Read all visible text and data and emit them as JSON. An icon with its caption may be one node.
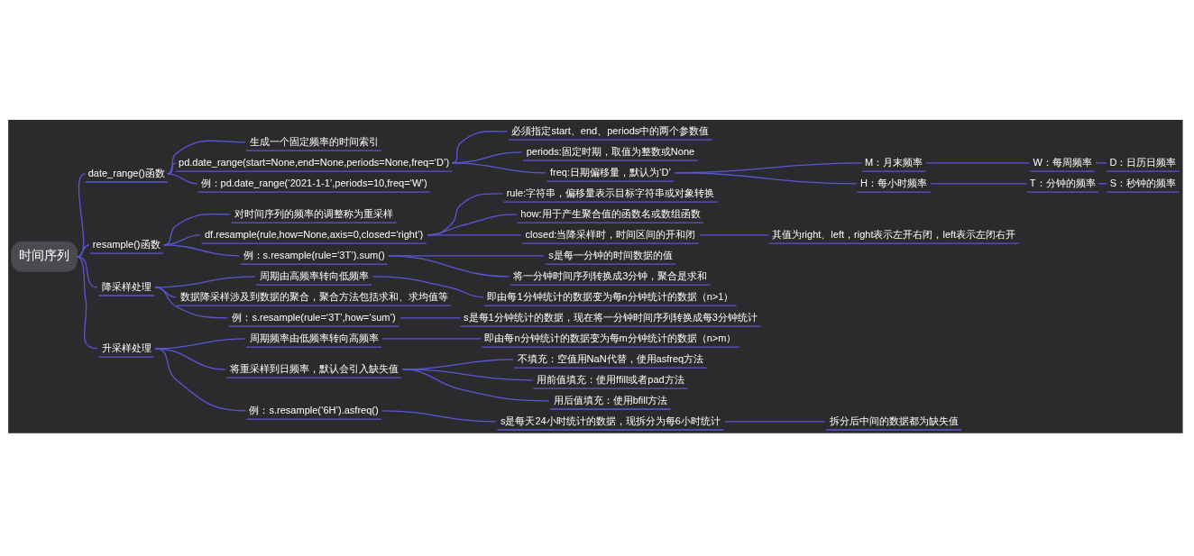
{
  "diagram": {
    "nodes": [
      {
        "text": [
          "时间序列"
        ]
      },
      {
        "text": [
          "date_range()函数"
        ]
      },
      {
        "text": [
          "生成一个固定频率的时间索引"
        ]
      },
      {
        "text": [
          "pd.date_range(start=None,end=None,periods=None,freq=‘D’)"
        ]
      },
      {
        "text": [
          "必须指定start、end、periods中的两个参数值"
        ]
      },
      {
        "text": [
          "periods:固定时期，取值为整数或None"
        ]
      },
      {
        "text": [
          "freq:日期偏移量，默认为‘D’"
        ]
      },
      {
        "text": [
          "M：月末频率"
        ]
      },
      {
        "text": [
          "W：每周频率"
        ]
      },
      {
        "text": [
          "D：日历日频率"
        ]
      },
      {
        "text": [
          "H：每小时频率"
        ]
      },
      {
        "text": [
          "T：分钟的频率"
        ]
      },
      {
        "text": [
          "S：秒钟的频率"
        ]
      },
      {
        "text": [
          "例：pd.date_range(‘2021-1-1’,periods=10,freq=‘W’)"
        ]
      },
      {
        "text": [
          "resample()函数"
        ]
      },
      {
        "text": [
          "对时间序列的频率的调整称为重采样"
        ]
      },
      {
        "text": [
          "df.resample(rule,how=None,axis=0,closed=‘right’)"
        ]
      },
      {
        "text": [
          "rule:字符串，偏移量表示目标字符串或对象转换"
        ]
      },
      {
        "text": [
          "how:用于产生聚合值的函数名或数组函数"
        ]
      },
      {
        "text": [
          "closed:当降采样时，时间区间的开和闭"
        ]
      },
      {
        "text": [
          "其值为right、left，right表示左开右闭，left表示左闭右开"
        ]
      },
      {
        "text": [
          "例：s.resample(rule=‘3T’).sum()"
        ]
      },
      {
        "text": [
          "s是每一分钟的时间数据的值"
        ]
      },
      {
        "text": [
          "将一分钟时间序列转换成3分钟，聚合是求和"
        ]
      },
      {
        "text": [
          "降采样处理"
        ]
      },
      {
        "text": [
          "周期由高频率转向低频率"
        ]
      },
      {
        "text": [
          "即由每1分钟统计的数据变为每n分钟统计的数据（n>1）"
        ]
      },
      {
        "text": [
          "数据降采样涉及到数据的聚合，聚合方法包括求和、求均值等"
        ]
      },
      {
        "text": [
          "例：s.resample(rule=‘3T’,how=‘sum’)"
        ]
      },
      {
        "text": [
          "s是每1分钟统计的数据，现在将一分钟时间序列转换成每3分钟统计"
        ]
      },
      {
        "text": [
          "升采样处理"
        ]
      },
      {
        "text": [
          "周期频率由低频率转向高频率"
        ]
      },
      {
        "text": [
          "即由每n分钟统计的数据变为每m分钟统计的数据（n>m）"
        ]
      },
      {
        "text": [
          "将重采样到日频率，默认会引入缺失值"
        ]
      },
      {
        "text": [
          "不填充：空值用NaN代替，使用asfreq方法"
        ]
      },
      {
        "text": [
          "用前值填充：使用ffill或者pad方法"
        ]
      },
      {
        "text": [
          "用后值填充：使用bfill方法"
        ]
      },
      {
        "text": [
          "例：s.resample(‘6H’).asfreq()"
        ]
      },
      {
        "text": [
          "s是每天24小时统计的数据，现拆分为每6小时统计"
        ]
      },
      {
        "text": [
          "拆分后中间的数据都为缺失值"
        ]
      }
    ],
    "edges": [
      {
        "from": 0,
        "to": 1,
        "arrow": "none"
      },
      {
        "from": 1,
        "to": 2,
        "arrow": "none"
      },
      {
        "from": 1,
        "to": 3,
        "arrow": "none"
      },
      {
        "from": 3,
        "to": 4,
        "arrow": "none"
      },
      {
        "from": 3,
        "to": 5,
        "arrow": "none"
      },
      {
        "from": 3,
        "to": 6,
        "arrow": "none"
      },
      {
        "from": 6,
        "to": 7,
        "arrow": "none"
      },
      {
        "from": 7,
        "to": 8,
        "arrow": "none"
      },
      {
        "from": 8,
        "to": 9,
        "arrow": "none"
      },
      {
        "from": 6,
        "to": 10,
        "arrow": "none"
      },
      {
        "from": 10,
        "to": 11,
        "arrow": "none"
      },
      {
        "from": 11,
        "to": 12,
        "arrow": "none"
      },
      {
        "from": 1,
        "to": 13,
        "arrow": "none"
      },
      {
        "from": 0,
        "to": 14,
        "arrow": "none"
      },
      {
        "from": 14,
        "to": 15,
        "arrow": "none"
      },
      {
        "from": 14,
        "to": 16,
        "arrow": "none"
      },
      {
        "from": 16,
        "to": 17,
        "arrow": "none"
      },
      {
        "from": 16,
        "to": 18,
        "arrow": "none"
      },
      {
        "from": 16,
        "to": 19,
        "arrow": "none"
      },
      {
        "from": 19,
        "to": 20,
        "arrow": "none"
      },
      {
        "from": 14,
        "to": 21,
        "arrow": "none"
      },
      {
        "from": 21,
        "to": 22,
        "arrow": "none"
      },
      {
        "from": 21,
        "to": 23,
        "arrow": "none"
      },
      {
        "from": 0,
        "to": 24,
        "arrow": "none"
      },
      {
        "from": 24,
        "to": 25,
        "arrow": "none"
      },
      {
        "from": 25,
        "to": 26,
        "arrow": "none"
      },
      {
        "from": 24,
        "to": 27,
        "arrow": "none"
      },
      {
        "from": 24,
        "to": 28,
        "arrow": "none"
      },
      {
        "from": 28,
        "to": 29,
        "arrow": "none"
      },
      {
        "from": 0,
        "to": 30,
        "arrow": "none"
      },
      {
        "from": 30,
        "to": 31,
        "arrow": "none"
      },
      {
        "from": 31,
        "to": 32,
        "arrow": "none"
      },
      {
        "from": 30,
        "to": 33,
        "arrow": "none"
      },
      {
        "from": 33,
        "to": 34,
        "arrow": "none"
      },
      {
        "from": 33,
        "to": 35,
        "arrow": "none"
      },
      {
        "from": 33,
        "to": 36,
        "arrow": "none"
      },
      {
        "from": 30,
        "to": 37,
        "arrow": "none"
      },
      {
        "from": 37,
        "to": 38,
        "arrow": "none"
      },
      {
        "from": 38,
        "to": 39,
        "arrow": "none"
      }
    ]
  }
}
